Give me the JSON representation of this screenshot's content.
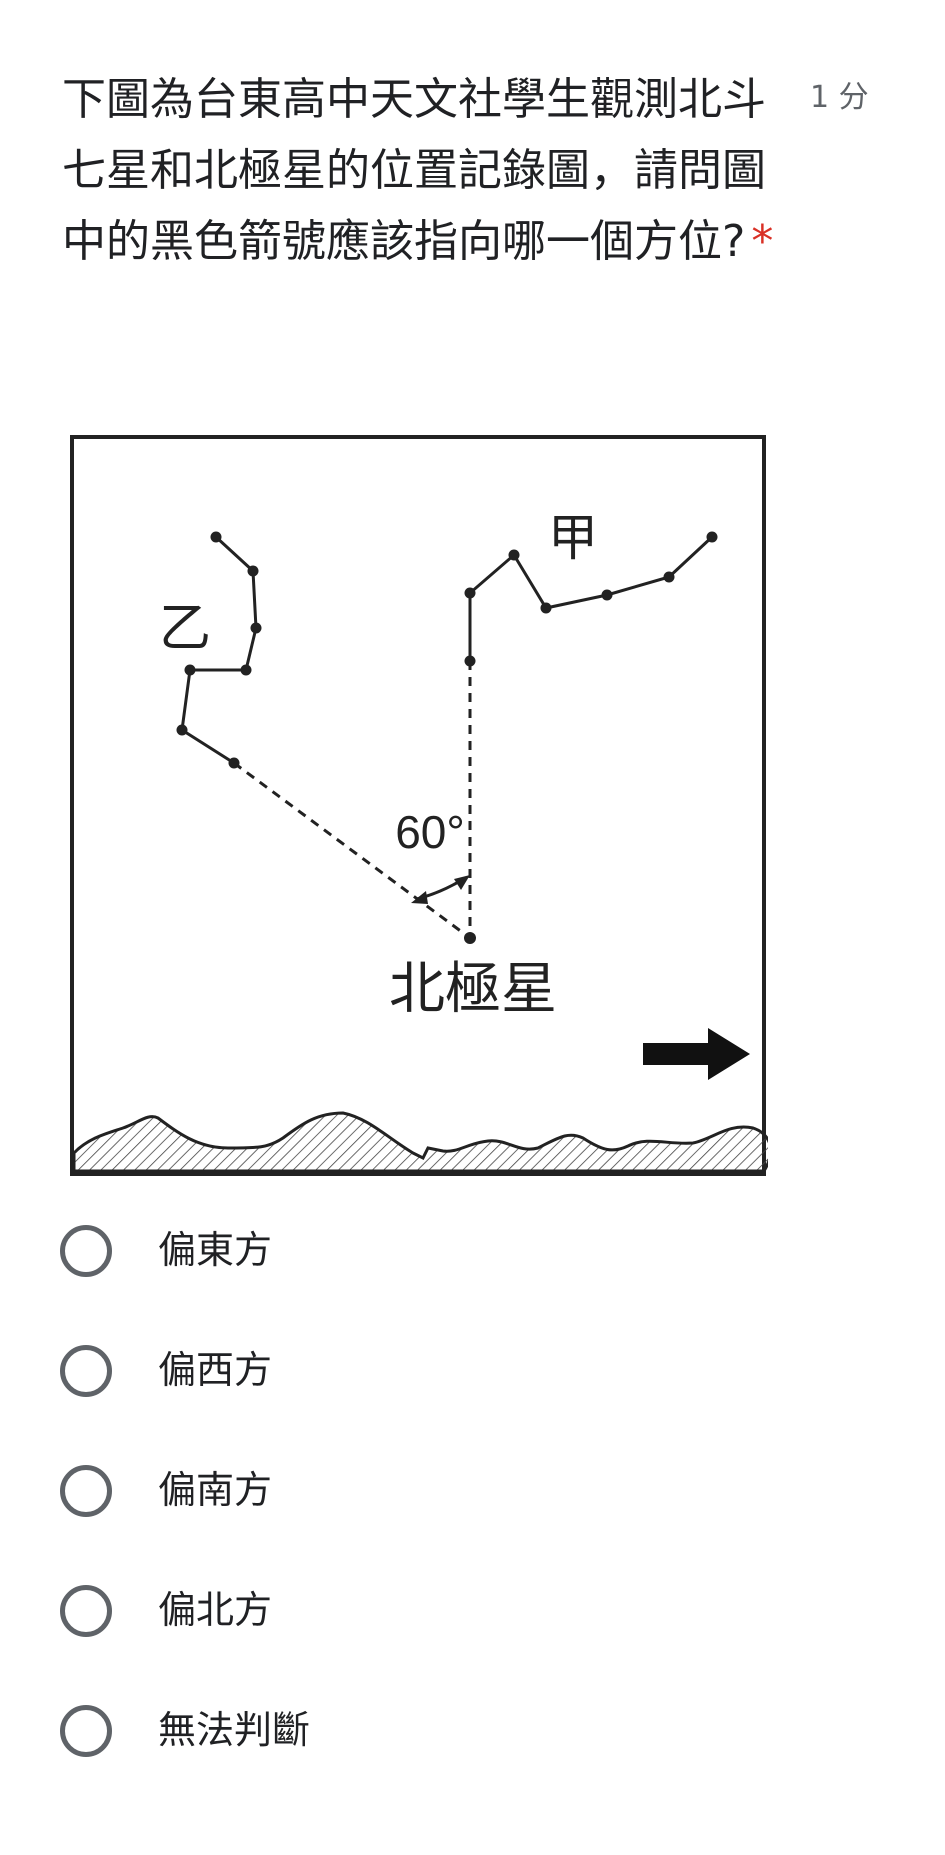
{
  "question": {
    "text": "下圖為台東高中天文社學生觀測北斗七星和北極星的位置記錄圖，請問圖中的黑色箭號應該指向哪一個方位?",
    "required_mark": "*",
    "points": "1 分"
  },
  "figure": {
    "label_jia": "甲",
    "label_yi": "乙",
    "angle_label": "60°",
    "polaris_label": "北極星"
  },
  "options": [
    {
      "label": "偏東方",
      "selected": false
    },
    {
      "label": "偏西方",
      "selected": false
    },
    {
      "label": "偏南方",
      "selected": false
    },
    {
      "label": "偏北方",
      "selected": false
    },
    {
      "label": "無法判斷",
      "selected": false
    }
  ]
}
